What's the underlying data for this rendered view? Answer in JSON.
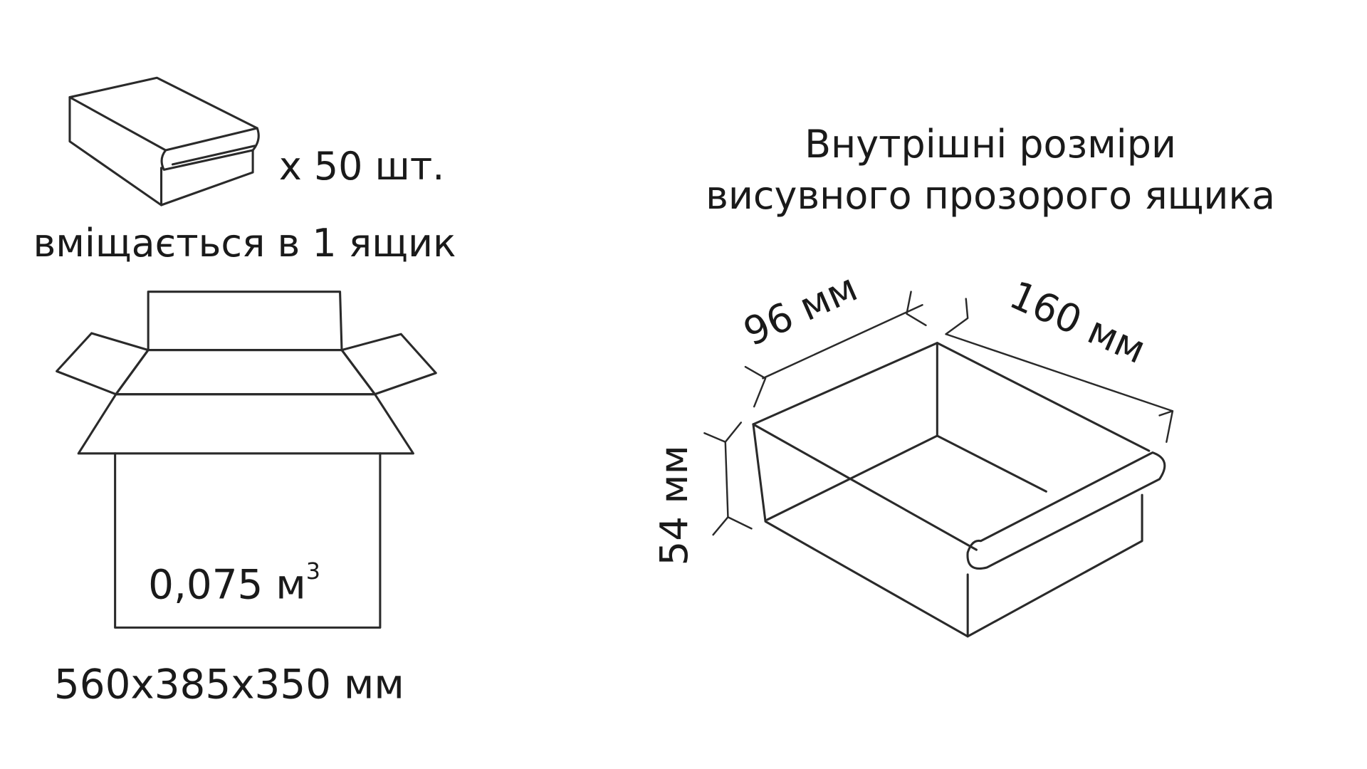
{
  "left": {
    "quantity_label": "x 50 шт.",
    "fits_label": "вміщається в 1 ящик",
    "volume_value": "0,075 м",
    "volume_superscript": "3",
    "carton_dimensions": "560x385x350 мм"
  },
  "right": {
    "title_line1": "Внутрішні розміри",
    "title_line2": "висувного прозорого ящика",
    "width_dim": "96 мм",
    "length_dim": "160 мм",
    "height_dim": "54 мм"
  }
}
